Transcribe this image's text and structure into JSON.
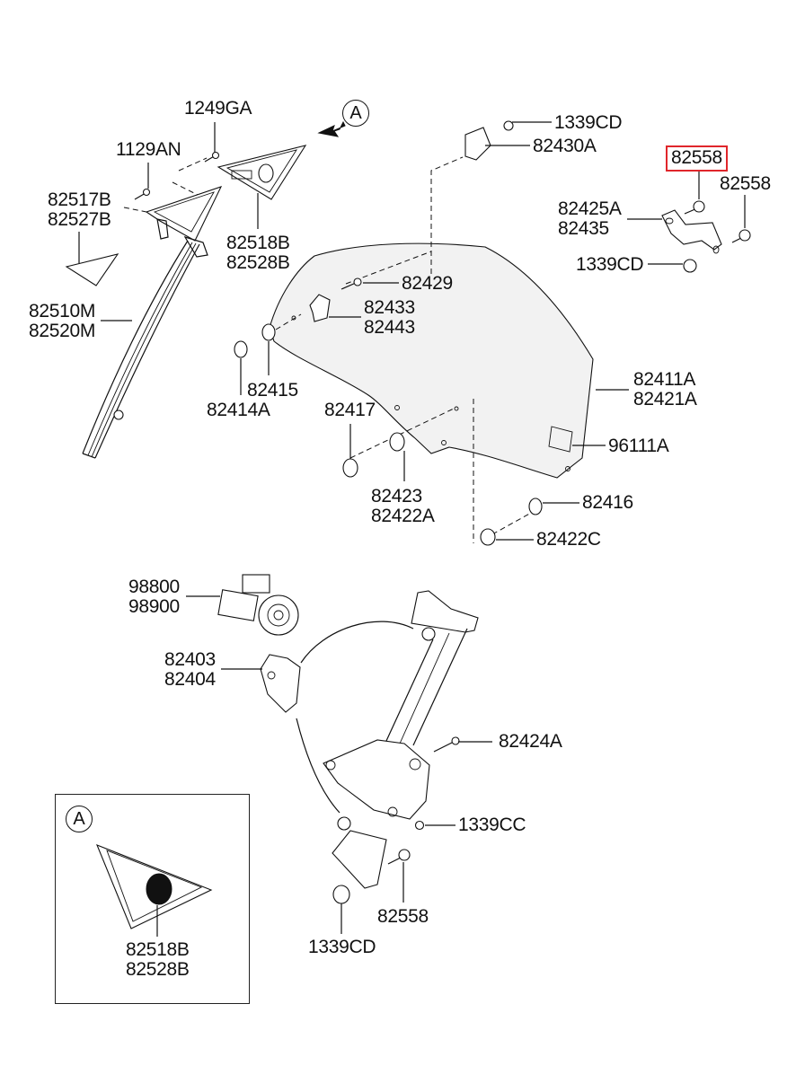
{
  "diagram": {
    "title": "Front Door Window Regulator & Glass - exploded parts diagram",
    "highlight_color": "#e0262b",
    "view_marker": "A",
    "inset": {
      "marker": "A",
      "labels": [
        [
          "82518B",
          "82528B"
        ]
      ]
    },
    "labels": {
      "l1249ga": [
        "1249GA"
      ],
      "l1129an": [
        "1129AN"
      ],
      "l82517b": [
        "82517B",
        "82527B"
      ],
      "l82518b": [
        "82518B",
        "82528B"
      ],
      "l82510m": [
        "82510M",
        "82520M"
      ],
      "l1339cd_top": [
        "1339CD"
      ],
      "l82430a": [
        "82430A"
      ],
      "l82558_highlight": [
        "82558"
      ],
      "l82558_right": [
        "82558"
      ],
      "l82425a": [
        "82425A",
        "82435"
      ],
      "l1339cd_bracket": [
        "1339CD"
      ],
      "l82429": [
        "82429"
      ],
      "l82433": [
        "82433",
        "82443"
      ],
      "l82415": [
        "82415"
      ],
      "l82414a": [
        "82414A"
      ],
      "l82411a": [
        "82411A",
        "82421A"
      ],
      "l82417": [
        "82417"
      ],
      "l96111a": [
        "96111A"
      ],
      "l82423": [
        "82423",
        "82422A"
      ],
      "l82416": [
        "82416"
      ],
      "l82422c": [
        "82422C"
      ],
      "l98800": [
        "98800",
        "98900"
      ],
      "l82403": [
        "82403",
        "82404"
      ],
      "l82424a": [
        "82424A"
      ],
      "l1339cc": [
        "1339CC"
      ],
      "l82558_bottom": [
        "82558"
      ],
      "l1339cd_bottom": [
        "1339CD"
      ]
    }
  }
}
